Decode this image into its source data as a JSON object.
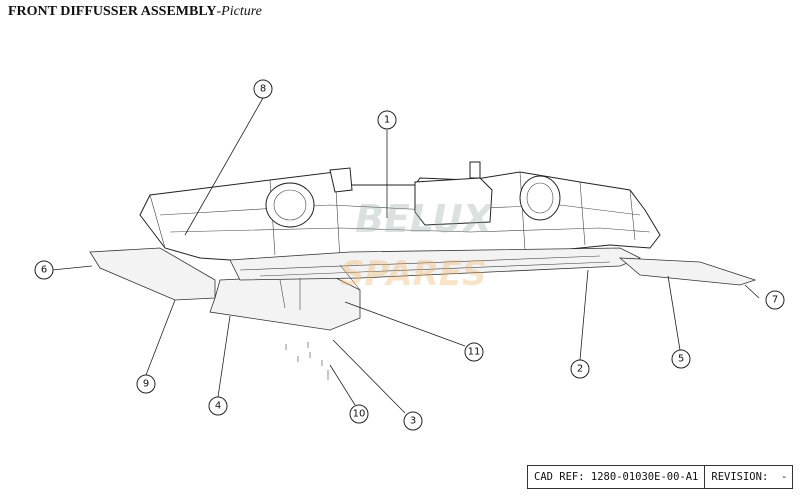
{
  "title": {
    "main": "FRONT DIFFUSSER ASSEMBLY",
    "sub": "-Picture"
  },
  "callouts": [
    "1",
    "2",
    "3",
    "4",
    "5",
    "6",
    "7",
    "8",
    "9",
    "10",
    "11"
  ],
  "watermark": {
    "line1": "BELUX",
    "line2": "SPARES"
  },
  "footer": {
    "cad_ref_label": "CAD REF:",
    "cad_ref_value": "1280-01030E-00-A1",
    "revision_label": "REVISION:",
    "revision_value": "-"
  }
}
